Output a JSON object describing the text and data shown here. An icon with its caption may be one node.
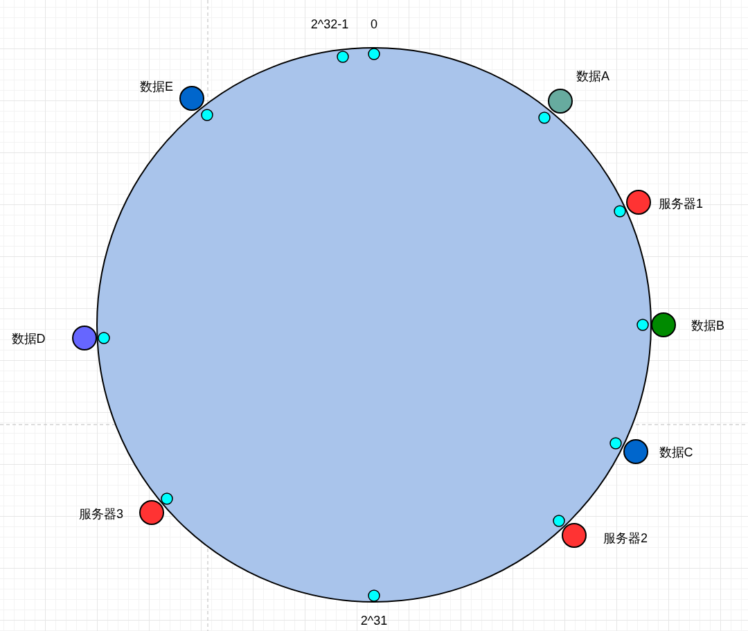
{
  "diagram": {
    "nodes": [
      {
        "text": [],
        "shape": "circle",
        "beside": [
          "数据E"
        ]
      },
      {
        "text": [],
        "shape": "circle",
        "beside": [
          "数据A"
        ]
      },
      {
        "text": [],
        "shape": "circle",
        "beside": [
          "服务器1"
        ]
      },
      {
        "text": [],
        "shape": "circle",
        "beside": [
          "数据B"
        ]
      },
      {
        "text": [],
        "shape": "circle",
        "beside": [
          "数据D"
        ]
      },
      {
        "text": [],
        "shape": "circle",
        "beside": [
          "数据C"
        ]
      },
      {
        "text": [],
        "shape": "circle",
        "beside": [
          "服务器3"
        ]
      },
      {
        "text": [],
        "shape": "circle",
        "beside": [
          "服务器2"
        ]
      }
    ],
    "edges": [],
    "labels": [
      "2^32-1",
      "0",
      "2^31"
    ]
  }
}
